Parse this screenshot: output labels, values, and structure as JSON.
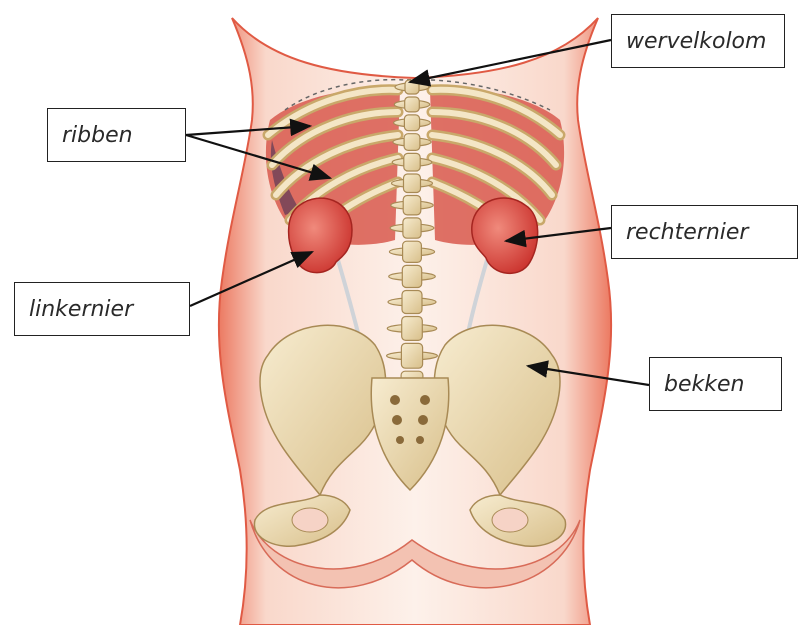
{
  "labels": {
    "wervelkolom": "wervelkolom",
    "ribben": "ribben",
    "rechternier": "rechternier",
    "linkernier": "linkernier",
    "bekken": "bekken"
  },
  "colors": {
    "skin": "#f6d3c6",
    "skin_edge": "#e8664f",
    "bone": "#efe0bd",
    "bone_edge": "#b89a62",
    "kidney": "#d9413a",
    "muscle": "#d45a4e",
    "arrow": "#111111"
  }
}
